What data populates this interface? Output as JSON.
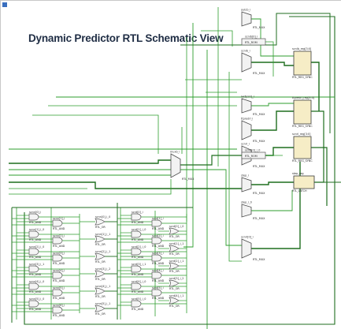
{
  "diagram": {
    "title": "Dynamic Predictor RTL Schematic View",
    "bottom_caption": "",
    "blocks": [
      {
        "instance": "outcb_i",
        "type": "RTL_MUX"
      },
      {
        "instance": "scnlb[0]_i",
        "type": "RTL_ROM"
      },
      {
        "instance": "scnlb_i",
        "type": "RTL_MUX"
      },
      {
        "instance": "scnlb_reg[3:0]",
        "type": "RTL_REG_SYNC"
      },
      {
        "instance": "last[cnt]_i",
        "type": "RTL_MUX"
      },
      {
        "instance": "ttpredrl_i",
        "type": "RTL_MUX"
      },
      {
        "instance": "ttpredrl_reg[3:0]",
        "type": "RTL_REG_SYNC"
      },
      {
        "instance": "scnrl_i",
        "type": "RTL_MUX"
      },
      {
        "instance": "scnrl_reg[3:0]",
        "type": "RTL_REG_SYNC"
      },
      {
        "instance": "scnrl[0]_i_0",
        "type": "RTL_ROM"
      },
      {
        "instance": "muxb_i",
        "type": "RTL_MUX"
      },
      {
        "instance": "step_i",
        "type": "RTL_MUX"
      },
      {
        "instance": "step_reg",
        "type": "RTL_LATCH"
      },
      {
        "instance": "step_i_0",
        "type": "RTL_MUX"
      },
      {
        "instance": "scnrl[0]_i",
        "type": "RTL_MUX"
      }
    ],
    "left_and_gates": [
      {
        "instance": "scnn[0]_i",
        "type": "RTL_AND"
      },
      {
        "instance": "scnn[1]_i",
        "type": "RTL_AND"
      },
      {
        "instance": "scnn[1]_i_0",
        "type": "RTL_AND"
      },
      {
        "instance": "scnn[2]_i",
        "type": "RTL_AND"
      },
      {
        "instance": "scnn[2]_i_0",
        "type": "RTL_AND"
      },
      {
        "instance": "scnn[3]_i",
        "type": "RTL_AND"
      },
      {
        "instance": "scnn[3]_i_1",
        "type": "RTL_AND"
      },
      {
        "instance": "scnn[4]_i",
        "type": "RTL_AND"
      },
      {
        "instance": "scnn[4]_i_0",
        "type": "RTL_AND"
      },
      {
        "instance": "scnn[5]_i",
        "type": "RTL_AND"
      },
      {
        "instance": "scnn[5]_i_0",
        "type": "RTL_AND"
      },
      {
        "instance": "scnn[6]_i",
        "type": "RTL_AND"
      }
    ],
    "left_or_gates": [
      {
        "instance": "scnn[0]_i_0",
        "type": "RTL_OR"
      },
      {
        "instance": "scnn[1]_i_1",
        "type": "RTL_OR"
      },
      {
        "instance": "scnn[2]_i_1",
        "type": "RTL_OR"
      },
      {
        "instance": "scnn[3]_i_2",
        "type": "RTL_OR"
      },
      {
        "instance": "scnn[4]_i_1",
        "type": "RTL_OR"
      },
      {
        "instance": "scnn[5]_i_1",
        "type": "RTL_OR"
      }
    ],
    "mid_and_gates": [
      {
        "instance": "scnt[0]_i",
        "type": "RTL_AND"
      },
      {
        "instance": "scnt[1]_i",
        "type": "RTL_AND"
      },
      {
        "instance": "scnt[1]_i_0",
        "type": "RTL_AND"
      },
      {
        "instance": "scnt[2]_i",
        "type": "RTL_AND"
      },
      {
        "instance": "scnt[2]_i_0",
        "type": "RTL_AND"
      },
      {
        "instance": "scnt[3]_i",
        "type": "RTL_AND"
      },
      {
        "instance": "scnt[3]_i_1",
        "type": "RTL_AND"
      },
      {
        "instance": "scnt[4]_i",
        "type": "RTL_AND"
      },
      {
        "instance": "scnt[4]_i_0",
        "type": "RTL_AND"
      },
      {
        "instance": "scnt[5]_i",
        "type": "RTL_AND"
      },
      {
        "instance": "scnt[5]_i_0",
        "type": "RTL_AND"
      }
    ],
    "mid_or_gates": [
      {
        "instance": "scnt[0]_i_0",
        "type": "RTL_OR"
      },
      {
        "instance": "scnt[1]_i_1",
        "type": "RTL_OR"
      },
      {
        "instance": "scnt[2]_i_1",
        "type": "RTL_OR"
      },
      {
        "instance": "scnt[3]_i_2",
        "type": "RTL_OR"
      },
      {
        "instance": "scnt[4]_i_1",
        "type": "RTL_OR"
      }
    ]
  },
  "colors": {
    "wire_green": "#2e9e2e",
    "wire_dark": "#1f6e1f",
    "register_fill": "#f6edc6",
    "title_color": "#1f2d44"
  }
}
